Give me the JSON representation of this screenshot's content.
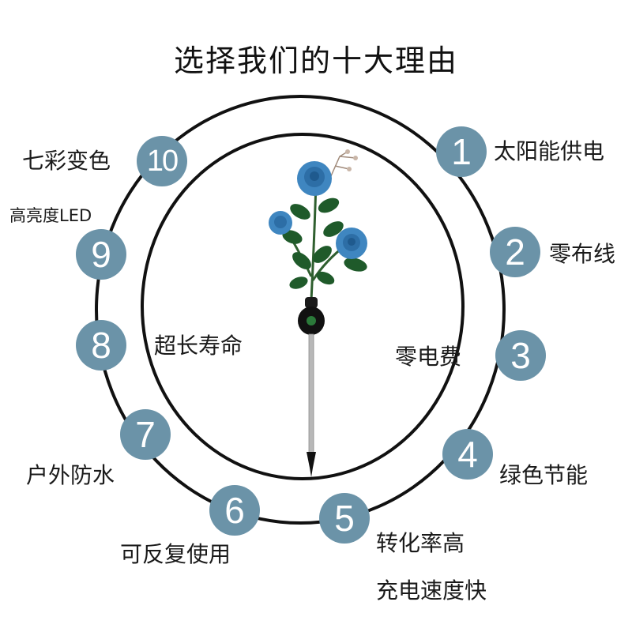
{
  "title": "选择我们的十大理由",
  "reasons": [
    {
      "number": "1",
      "label": "太阳能供电"
    },
    {
      "number": "2",
      "label": "零布线"
    },
    {
      "number": "3",
      "label": "零电费"
    },
    {
      "number": "4",
      "label": "绿色节能"
    },
    {
      "number": "5",
      "label": "转化率高",
      "label2": "充电速度快"
    },
    {
      "number": "6",
      "label": "可反复使用"
    },
    {
      "number": "7",
      "label": "户外防水"
    },
    {
      "number": "8",
      "label": "超长寿命"
    },
    {
      "number": "9",
      "label": "高亮度LED"
    },
    {
      "number": "10",
      "label": "七彩变色"
    }
  ],
  "colors": {
    "badge": "#6b93a8",
    "ring": "#111111",
    "rose": "#3f86c0",
    "leaf": "#1f5a2a"
  }
}
